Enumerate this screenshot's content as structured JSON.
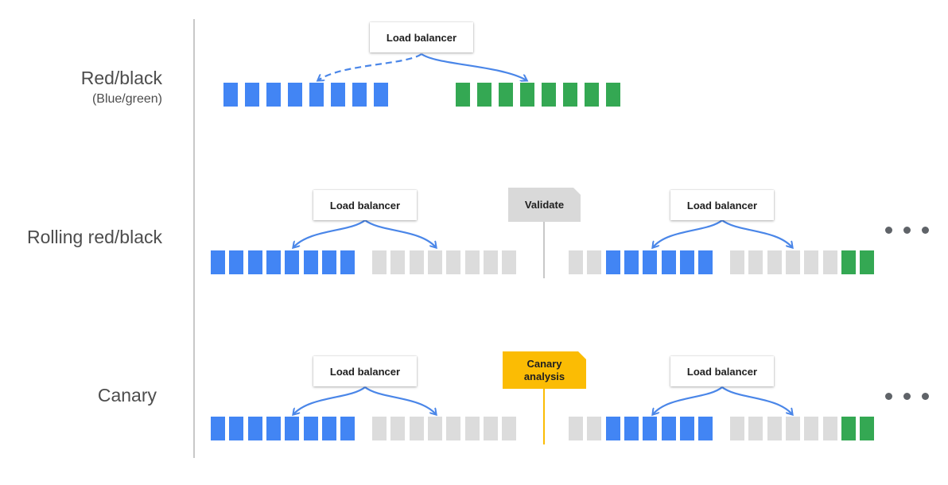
{
  "rows": {
    "red_black": {
      "label": "Red/black",
      "sublabel": "(Blue/green)"
    },
    "rolling": {
      "label": "Rolling red/black"
    },
    "canary": {
      "label": "Canary"
    }
  },
  "load_balancer_label": "Load balancer",
  "validate_label": "Validate",
  "canary_analysis_label": "Canary\nanalysis",
  "colors": {
    "old_version": "#4285f4",
    "new_version": "#34a853",
    "idle": "#dcdcdc",
    "validate_tag": "#d9d9d9",
    "canary_tag": "#fbbc04",
    "arrow": "#4a86e8"
  }
}
